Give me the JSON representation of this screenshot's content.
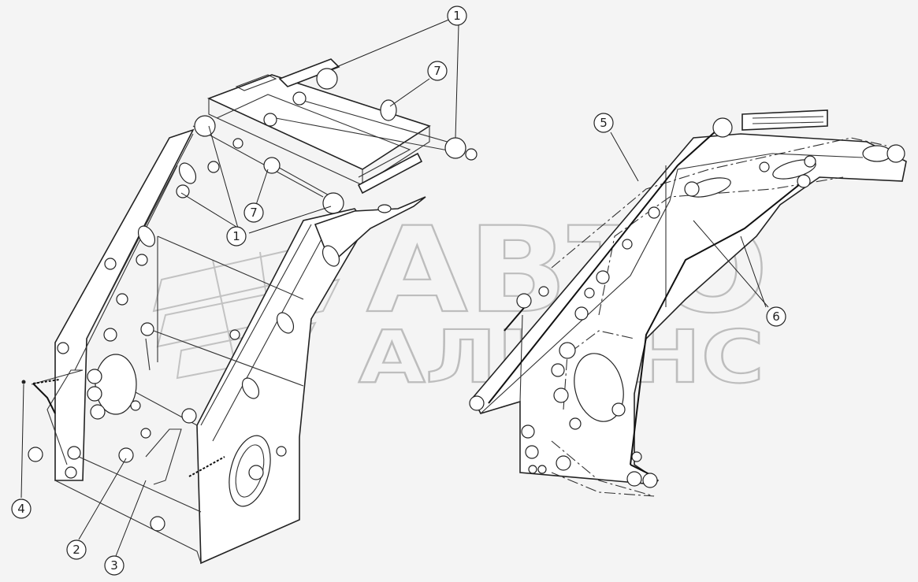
{
  "watermark": {
    "line1": "АВТО",
    "line2": "АЛЬЯНС"
  },
  "callouts": [
    {
      "id": "c1a",
      "label": "1"
    },
    {
      "id": "c1b",
      "label": "1"
    },
    {
      "id": "c7a",
      "label": "7"
    },
    {
      "id": "c7b",
      "label": "7"
    },
    {
      "id": "c5",
      "label": "5"
    },
    {
      "id": "c6",
      "label": "6"
    },
    {
      "id": "c4",
      "label": "4"
    },
    {
      "id": "c2",
      "label": "2"
    },
    {
      "id": "c3",
      "label": "3"
    }
  ],
  "colors": {
    "line": "#222222",
    "watermark": "#bdbdbd",
    "background": "#f4f4f4"
  }
}
